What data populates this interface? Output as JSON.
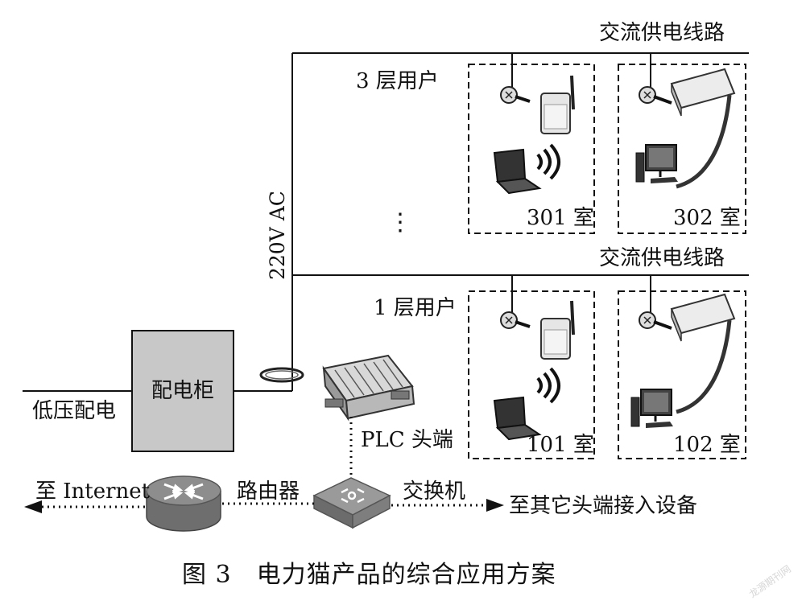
{
  "labels": {
    "ac_line_top": "交流供电线路",
    "ac_line_mid": "交流供电线路",
    "floor3_users": "3 层用户",
    "floor1_users": "1 层用户",
    "room_301": "301 室",
    "room_302": "302 室",
    "room_101": "101 室",
    "room_102": "102 室",
    "voltage": "220V  AC",
    "cabinet": "配电柜",
    "low_voltage": "低压配电",
    "plc_head": "PLC 头端",
    "to_internet": "至 Internet",
    "router": "路由器",
    "switch": "交换机",
    "to_other": "至其它头端接入设备",
    "ellipsis": "⋮"
  },
  "caption": "图 3　电力猫产品的综合应用方案",
  "watermark": "龙源期刊网",
  "colors": {
    "line": "#111111",
    "cabinet_fill": "#c8c8c8",
    "router_fill": "#7d7d7d",
    "switch_fill": "#8a8a8a",
    "device_light": "#e6e6e6"
  }
}
